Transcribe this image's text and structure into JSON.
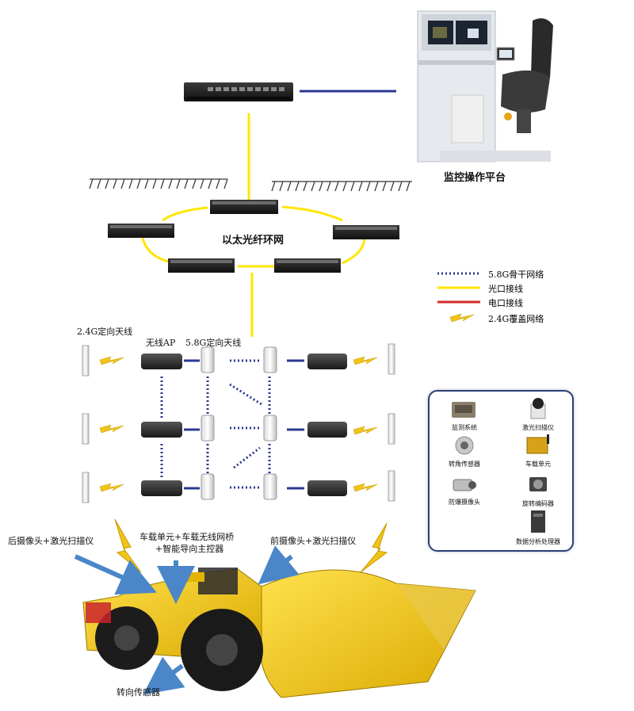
{
  "platform": {
    "label": "监控操作平台"
  },
  "ring": {
    "label": "以太光纤环网"
  },
  "legend": [
    {
      "label": "5.8G骨干网络",
      "style": "dotted",
      "color": "#2b3990"
    },
    {
      "label": "光口接线",
      "style": "solid",
      "color": "#ffe600"
    },
    {
      "label": "电口接线",
      "style": "solid",
      "color": "#d62828"
    },
    {
      "label": "2.4G覆盖网络",
      "style": "bolt",
      "color": "#f0c419"
    }
  ],
  "wireless": {
    "antenna_24_label": "2.4G定向天线",
    "ap_label": "无线AP",
    "antenna_58_label": "5.8G定向天线"
  },
  "devices": {
    "items": [
      {
        "label": "监测系统"
      },
      {
        "label": "激光扫描仪"
      },
      {
        "label": "转角传感器"
      },
      {
        "label": "车载单元"
      },
      {
        "label": "防爆摄像头"
      },
      {
        "label": "旋转编码器"
      },
      {
        "label": "数据分析处理器"
      }
    ]
  },
  "vehicle": {
    "rear_label": "后摄像头+激光扫描仪",
    "center_label_1": "车载单元+车载无线网桥",
    "center_label_2": "+智能导向主控器",
    "front_label": "前摄像头+激光扫描仪",
    "steer_label": "转向传感器"
  },
  "colors": {
    "fiber": "#ffe600",
    "backbone": "#2b3990",
    "copper": "#d62828",
    "bolt": "#f0c419",
    "loader": "#f2c500",
    "arrow": "#4a86c8"
  }
}
